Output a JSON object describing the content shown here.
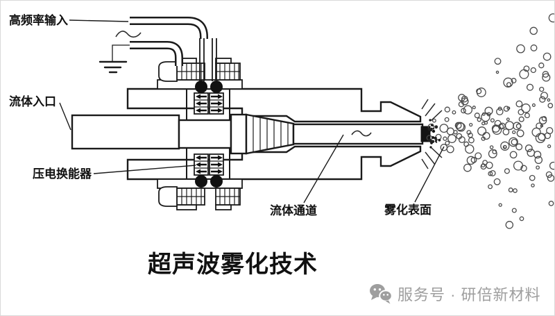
{
  "diagram": {
    "title": "超声波雾化技术",
    "labels": {
      "high_frequency_input": "高频率输入",
      "fluid_inlet": "流体入口",
      "piezoelectric_transducer": "压电换能器",
      "fluid_channel": "流体通道",
      "atomization_surface": "雾化表面"
    },
    "colors": {
      "line": "#1a1a1a",
      "droplet_outline": "#4a4a4a",
      "watermark_gray": "#9e9e9e",
      "background": "#ffffff"
    }
  },
  "watermark": {
    "icon": "wechat-icon",
    "text": "服务号 · 研倍新材料"
  }
}
